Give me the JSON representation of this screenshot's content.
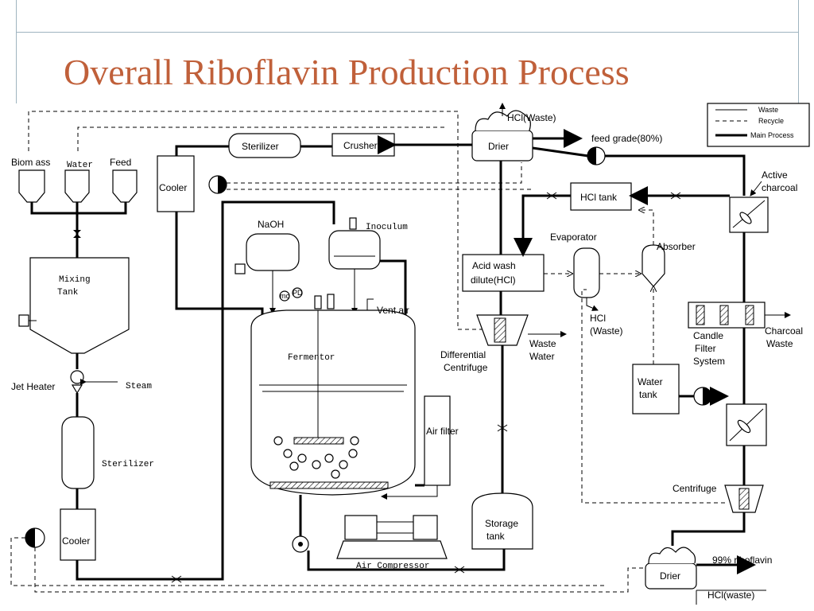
{
  "slide": {
    "title": "Overall Riboflavin Production Process"
  },
  "legend": {
    "waste": "Waste",
    "recycle": "Recycle",
    "main": "Main Process"
  },
  "labels": {
    "biomass": "Biom ass",
    "water": "Water",
    "feed": "Feed",
    "mixing_tank_1": "Mixing",
    "mixing_tank_2": "Tank",
    "jet_heater": "Jet Heater",
    "steam": "Steam",
    "sterilizer_left": "Sterilizer",
    "cooler_bottom": "Cooler",
    "cooler_top": "Cooler",
    "sterilizer_top": "Sterilizer",
    "crusher": "Crusher",
    "hcl_waste_top": "HCl(Waste)",
    "drier_top": "Drier",
    "feed_grade": "feed grade(80%)",
    "naoh": "NaOH",
    "inoculum": "Inoculum",
    "fermentor": "Fermentor",
    "vent_air": "Vent air",
    "air_filter": "Air filter",
    "air_compressor": "Air Compressor",
    "acid_wash_1": "Acid wash",
    "acid_wash_2": "dilute(HCl)",
    "evaporator": "Evaporator",
    "hcl_waste_evap_1": "HCl",
    "hcl_waste_evap_2": "(Waste)",
    "hcl_tank": "HCl tank",
    "absorber": "Absorber",
    "active_charcoal_1": "Active",
    "active_charcoal_2": "charcoal",
    "differential_1": "Differential",
    "differential_2": "Centrifuge",
    "waste_water_1": "Waste",
    "waste_water_2": "Water",
    "candle_1": "Candle",
    "candle_2": "Filter",
    "candle_3": "System",
    "charcoal_waste_1": "Charcoal",
    "charcoal_waste_2": "Waste",
    "water_tank_1": "Water",
    "water_tank_2": "tank",
    "storage_1": "Storage",
    "storage_2": "tank",
    "centrifuge": "Centrifuge",
    "drier_bottom": "Drier",
    "riboflavin": "99% riboflavin",
    "hcl_waste_bottom": "HCl(waste)",
    "mc": "mc",
    "pd": "PD"
  }
}
